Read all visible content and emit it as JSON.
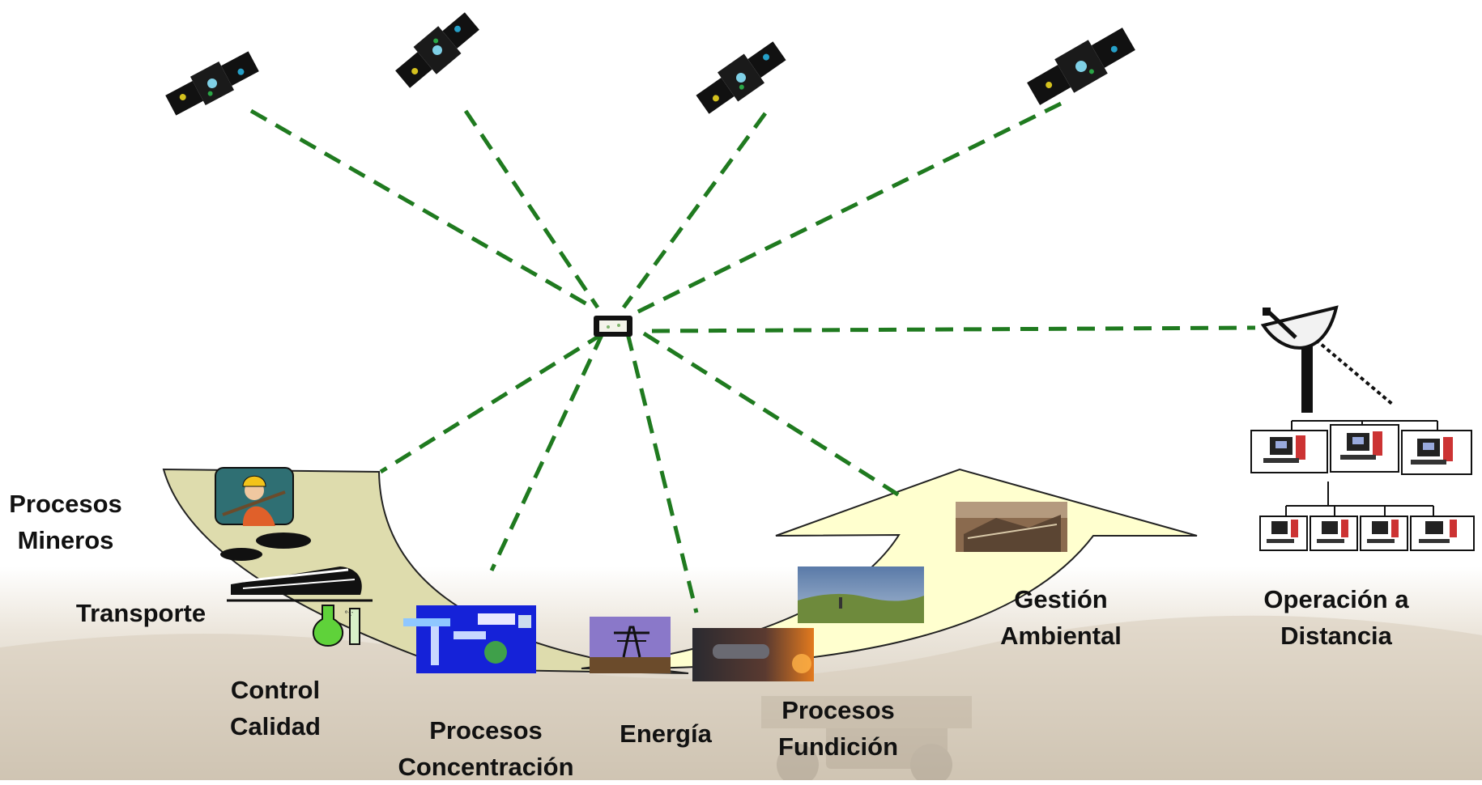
{
  "diagram": {
    "labels": {
      "procesos_mineros": [
        "Procesos",
        "Mineros"
      ],
      "transporte": [
        "Transporte"
      ],
      "control_calidad": [
        "Control",
        "Calidad"
      ],
      "procesos_concentracion": [
        "Procesos",
        "Concentración"
      ],
      "energia": [
        "Energía"
      ],
      "procesos_fundicion": [
        "Procesos",
        "Fundición"
      ],
      "gestion_ambiental": [
        "Gestión",
        "Ambiental"
      ],
      "operacion_distancia": [
        "Operación a",
        "Distancia"
      ]
    },
    "link_color": "#1f7a1f",
    "panel_color": "#dedcad",
    "arrow_color": "#ffffcf",
    "icons": [
      "satellite-icon",
      "gps-receiver-icon",
      "satellite-dish-icon",
      "computer-icon",
      "miner-icon",
      "train-icon",
      "flask-icon",
      "process-diagram-icon",
      "power-tower-icon",
      "smelter-photo",
      "landscape-photo",
      "plant-photo"
    ]
  }
}
